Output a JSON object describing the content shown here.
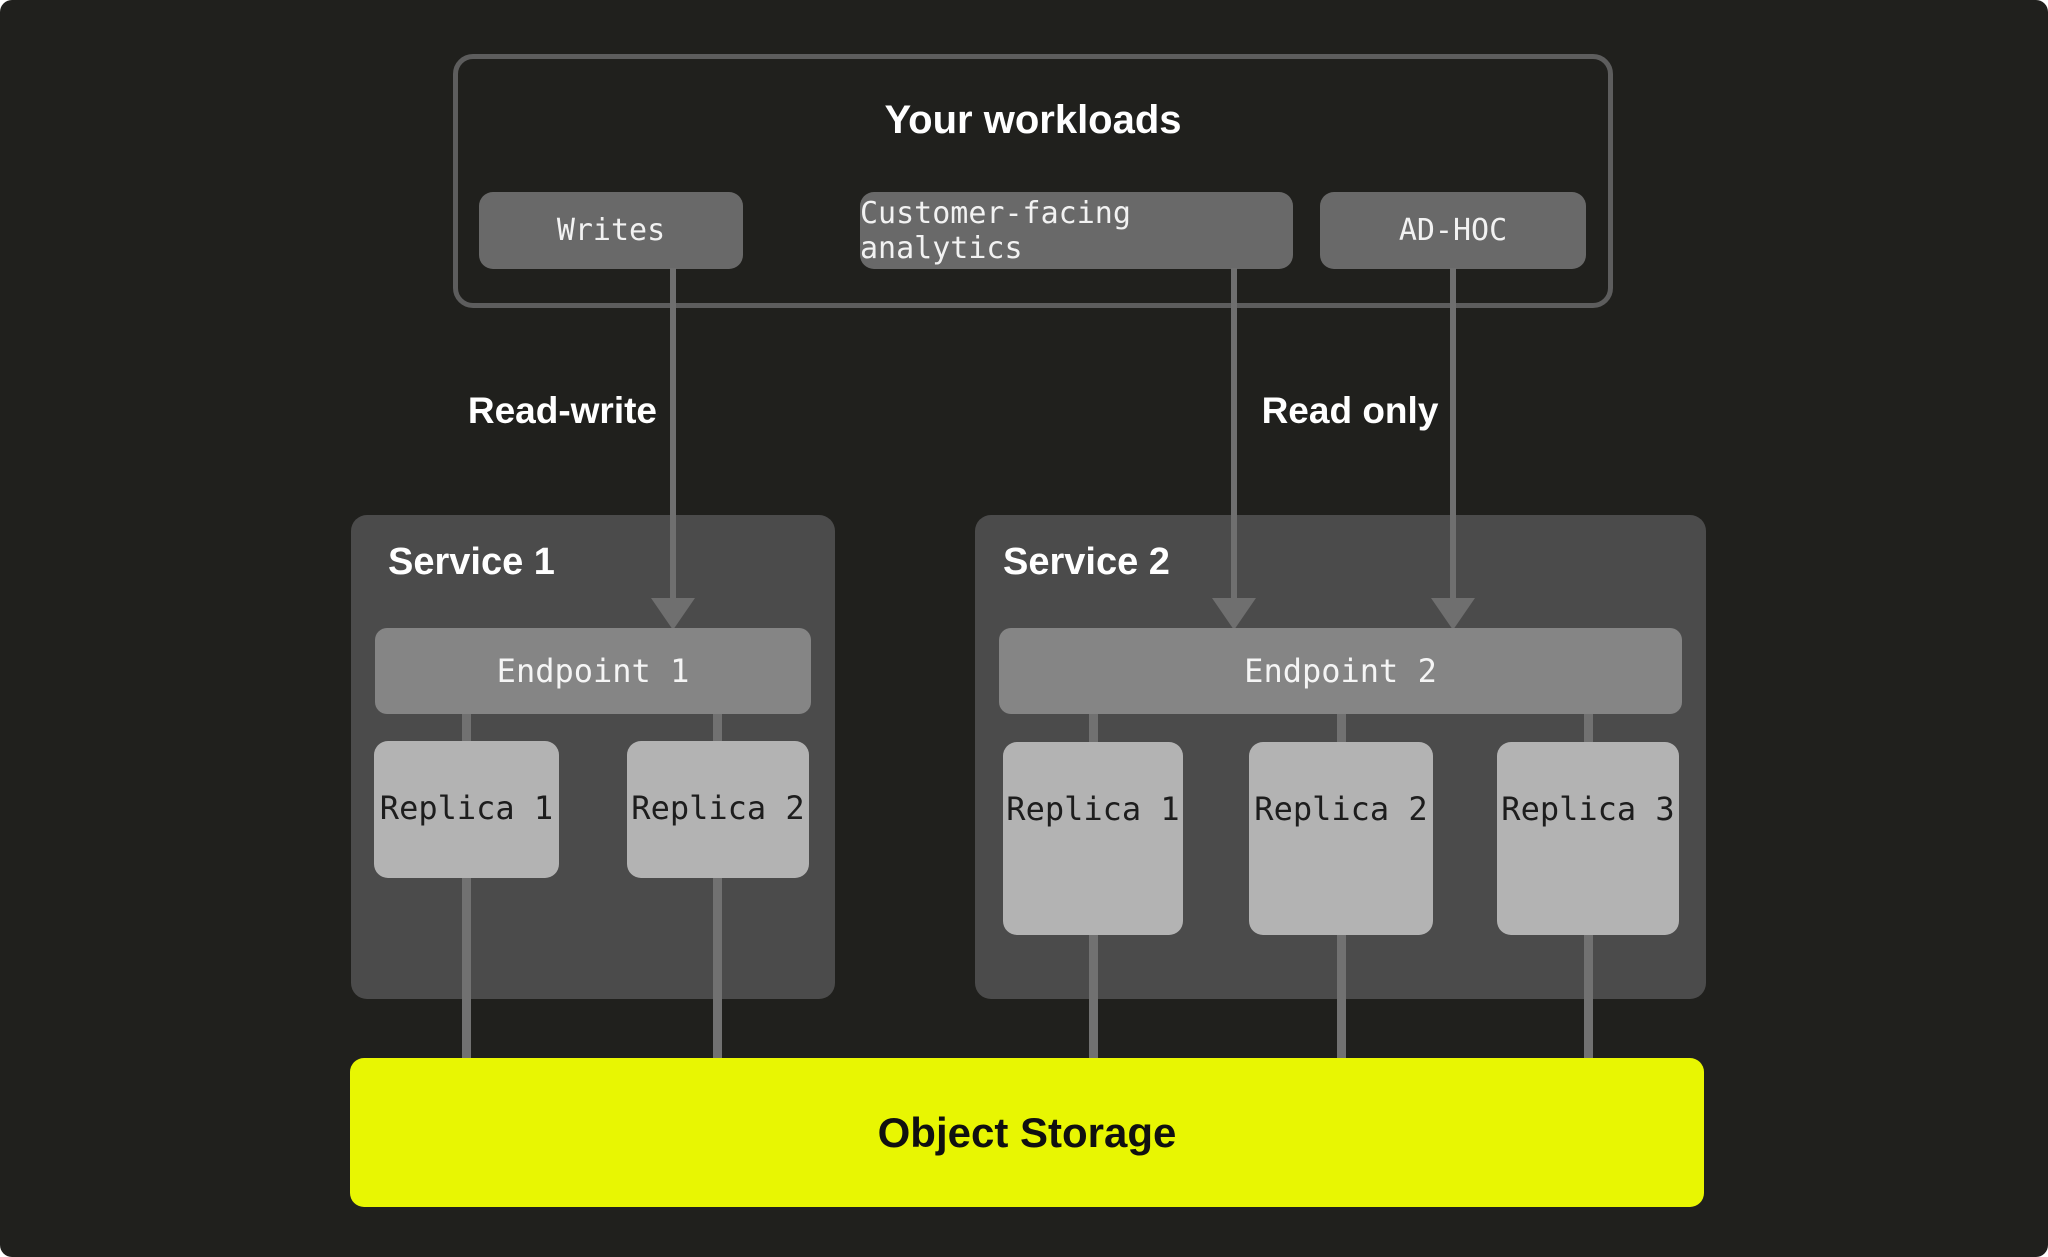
{
  "workloads": {
    "title": "Your workloads",
    "chips": [
      {
        "label": "Writes"
      },
      {
        "label": "Customer-facing analytics"
      },
      {
        "label": "AD-HOC"
      }
    ]
  },
  "edges": {
    "read_write_label": "Read-write",
    "read_only_label": "Read only"
  },
  "services": [
    {
      "title": "Service 1",
      "endpoint_label": "Endpoint 1",
      "replicas": [
        {
          "label": "Replica 1"
        },
        {
          "label": "Replica 2"
        }
      ]
    },
    {
      "title": "Service 2",
      "endpoint_label": "Endpoint 2",
      "replicas": [
        {
          "label": "Replica 1"
        },
        {
          "label": "Replica 2"
        },
        {
          "label": "Replica 3"
        }
      ]
    }
  ],
  "storage": {
    "label": "Object Storage"
  },
  "colors": {
    "background": "#20201d",
    "workloads_border": "#5d5d5d",
    "chip": "#696969",
    "service_panel": "#4b4b4b",
    "endpoint": "#858585",
    "replica": "#b3b3b3",
    "connector": "#6f6f6f",
    "storage_accent": "#e8f602"
  }
}
